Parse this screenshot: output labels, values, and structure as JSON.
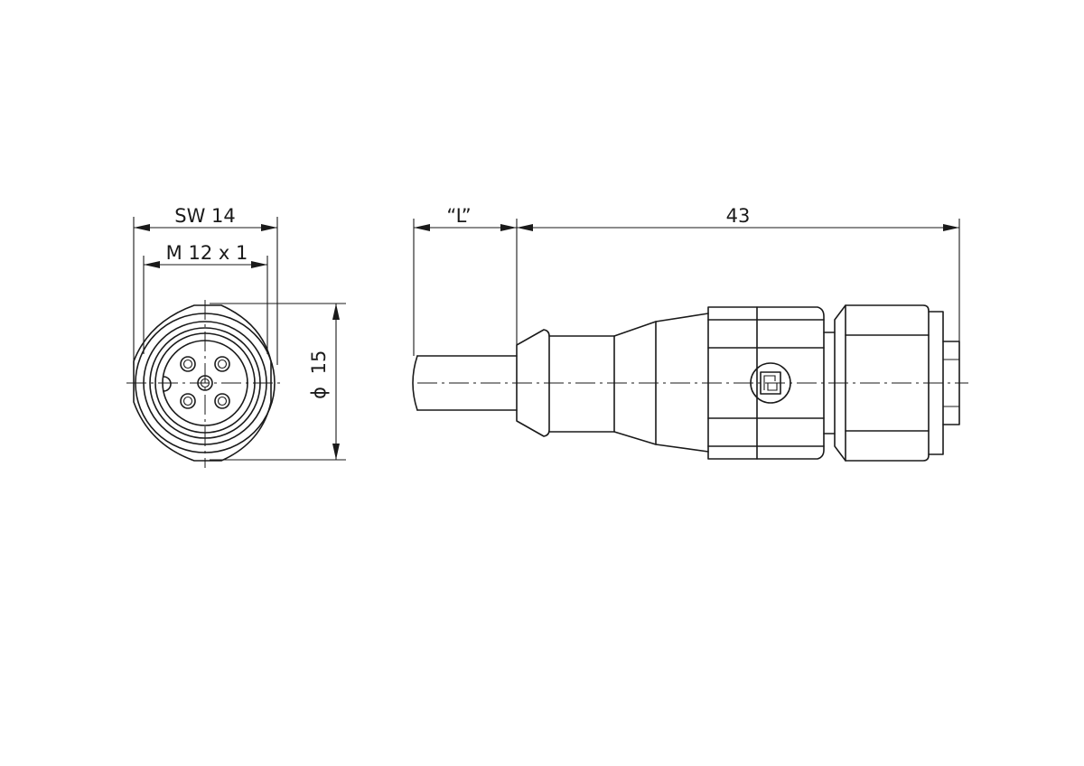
{
  "front_view": {
    "width_across_flats": "SW  14",
    "thread": "M  12  x 1",
    "diameter_symbol": "ϕ",
    "diameter_value": "15"
  },
  "side_view": {
    "cable_length": "“L”",
    "connector_length": "43"
  }
}
